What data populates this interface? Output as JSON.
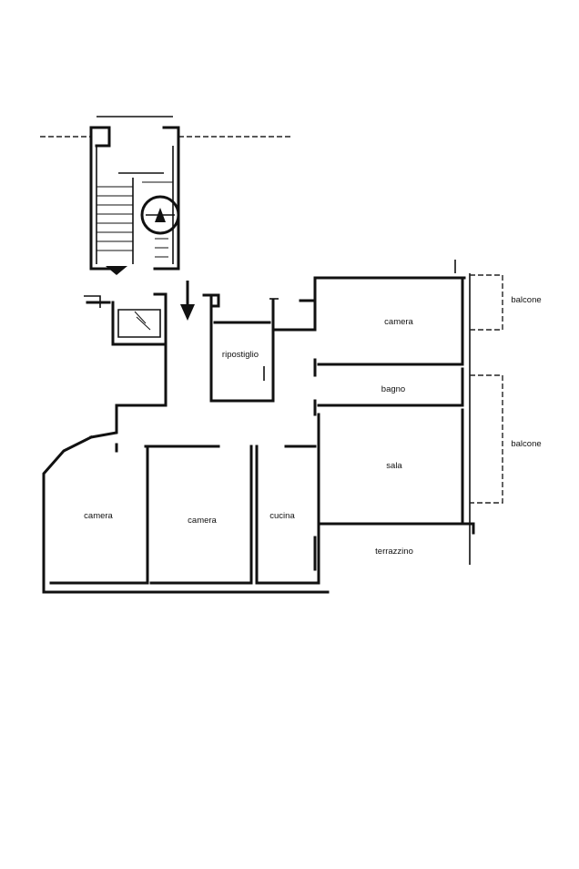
{
  "rooms": {
    "camera_top": "camera",
    "bagno": "bagno",
    "sala": "sala",
    "ripostiglio": "ripostiglio",
    "camera_left": "camera",
    "camera_middle": "camera",
    "cucina": "cucina",
    "terrazzino": "terrazzino",
    "balcone_top": "balcone",
    "balcone_bottom": "balcone"
  },
  "icons": {
    "entrance": "entrance-arrow-icon",
    "stair_down": "stair-down-arrow-icon",
    "elevator": "elevator-circle-icon"
  },
  "colors": {
    "ink": "#111111",
    "paper": "#ffffff"
  }
}
